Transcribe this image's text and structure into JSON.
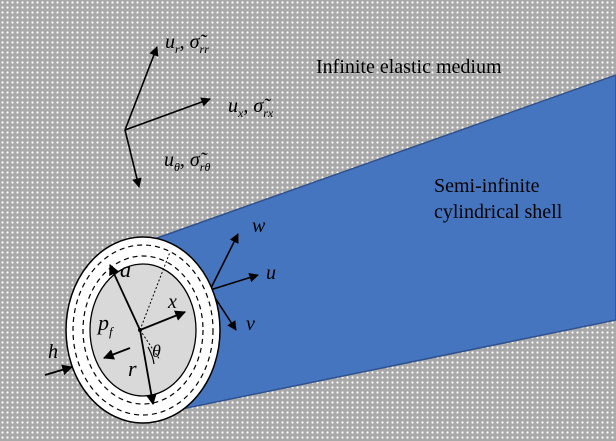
{
  "colors": {
    "medium_bg": "#a9a9a9",
    "medium_dots": "#ffffff",
    "shell_fill": "#4675c0",
    "shell_stroke": "#2f528f",
    "fluid_fill": "#d9d9d9",
    "ink": "#000000"
  },
  "labels": {
    "medium": "Infinite elastic medium",
    "shell_line1": "Semi-infinite",
    "shell_line2": "cylindrical shell"
  },
  "medium_axes": {
    "radial": {
      "disp": "u",
      "disp_sub": "r",
      "stress": "σ̃",
      "stress_sub": "rr"
    },
    "axial": {
      "disp": "u",
      "disp_sub": "x",
      "stress": "σ̃",
      "stress_sub": "rx"
    },
    "circ": {
      "disp": "u",
      "disp_sub": "θ",
      "stress": "σ̃",
      "stress_sub": "rθ"
    }
  },
  "shell_axes": {
    "w": "w",
    "u": "u",
    "v": "v"
  },
  "cross_section": {
    "radius": "a",
    "axial": "x",
    "pressure": "p",
    "pressure_sub": "f",
    "angle": "θ",
    "radial": "r",
    "thickness": "h"
  }
}
